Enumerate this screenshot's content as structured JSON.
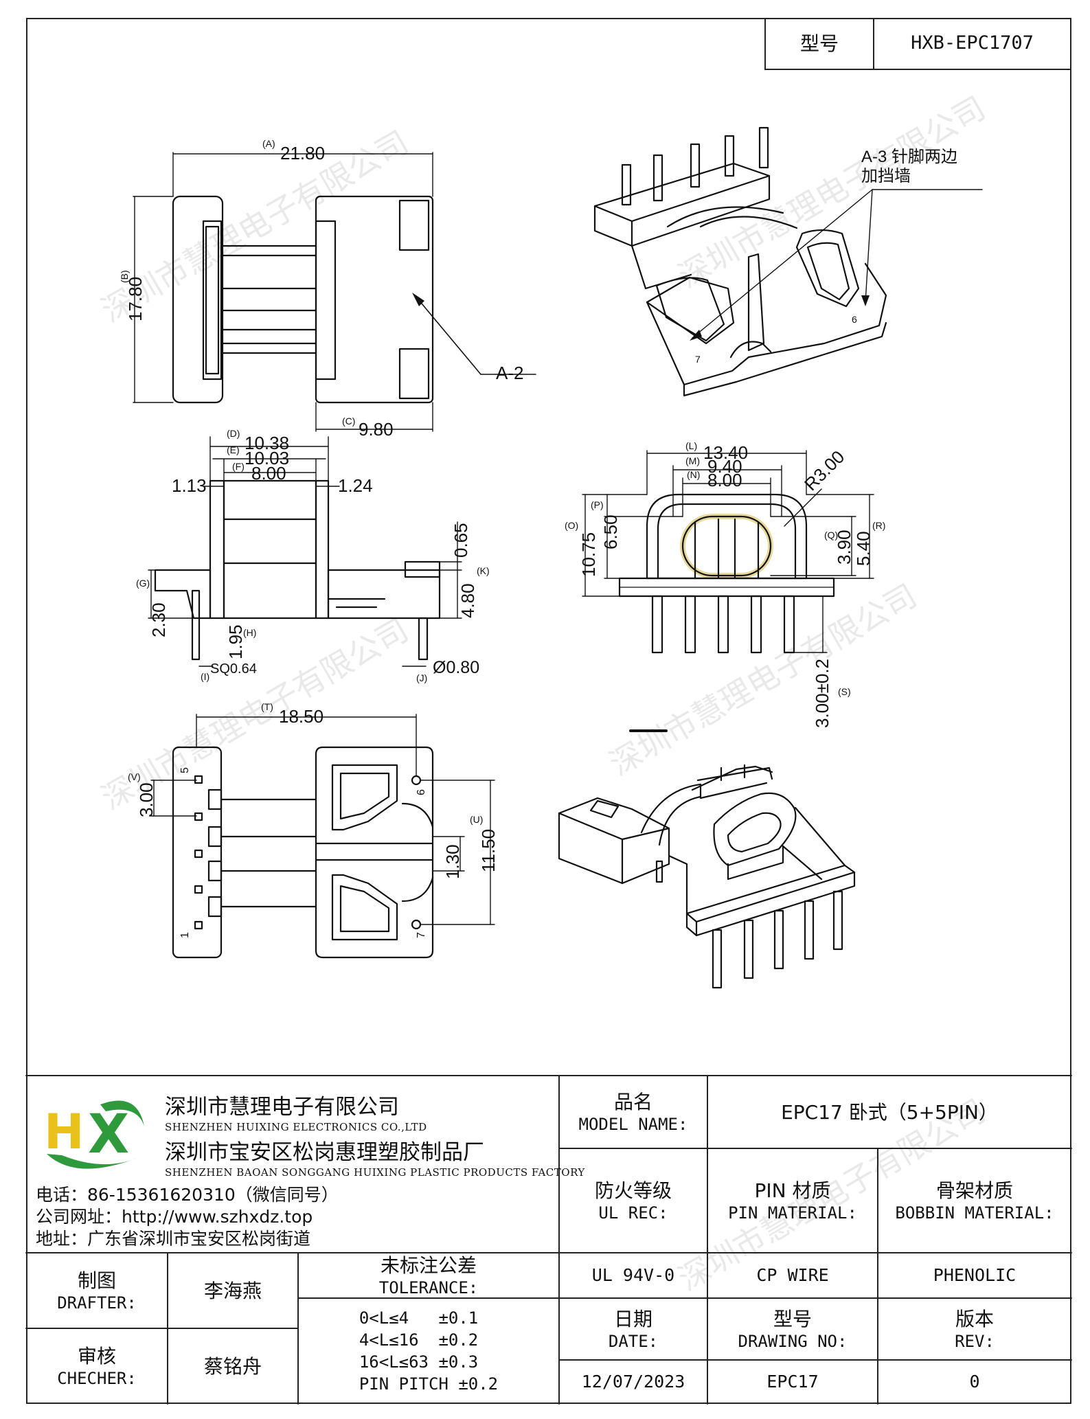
{
  "header": {
    "model_label": "型号",
    "model_value": "HXB-EPC1707"
  },
  "watermark": "深圳市慧理电子有限公司",
  "drawing": {
    "callouts": {
      "a2": "A-2",
      "a3_line1": "A-3  针脚两边",
      "a3_line2": "加挡墙"
    },
    "dims_top": {
      "a": "21.80",
      "a_tag": "(A)",
      "b": "17.80",
      "b_tag": "(B)",
      "c": "9.80",
      "c_tag": "(C)"
    },
    "dims_side": {
      "d": "10.38",
      "d_tag": "(D)",
      "e": "10.03",
      "e_tag": "(E)",
      "f": "8.00",
      "f_tag": "(F)",
      "left": "1.13",
      "right": "1.24",
      "g": "2.30",
      "g_tag": "(G)",
      "h": "1.95",
      "h_tag": "(H)",
      "i": "SQ0.64",
      "i_tag": "(I)",
      "j": "Ø0.80",
      "j_tag": "(J)",
      "k": "4.80",
      "k_tag": "(K)",
      "top065": "0.65"
    },
    "dims_front": {
      "l": "13.40",
      "l_tag": "(L)",
      "m": "9.40",
      "m_tag": "(M)",
      "n": "8.00",
      "n_tag": "(N)",
      "r": "R3.00",
      "o": "10.75",
      "o_tag": "(O)",
      "p": "6.50",
      "p_tag": "(P)",
      "q": "3.90",
      "q_tag": "(Q)",
      "rr": "5.40",
      "rr_tag": "(R)",
      "s": "3.00±0.2",
      "s_tag": "(S)"
    },
    "dims_bottom": {
      "t": "18.50",
      "t_tag": "(T)",
      "v": "3.00",
      "v_tag": "(V)",
      "u": "11.50",
      "u_tag": "(U)",
      "pitch": "1.30",
      "pin5": "5",
      "pin1": "1",
      "pin6": "6",
      "pin7": "7"
    },
    "iso_pins": {
      "p6": "6",
      "p7": "7"
    }
  },
  "company": {
    "name_zh": "深圳市慧理电子有限公司",
    "name_en": "SHENZHEN HUIXING ELECTRONICS CO.,LTD",
    "factory_zh": "深圳市宝安区松岗惠理塑胶制品厂",
    "factory_en": "SHENZHEN BAOAN SONGGANG HUIXING PLASTIC PRODUCTS FACTORY",
    "logo_text": "HX",
    "phone": "电话：86-15361620310（微信同号）",
    "website": "公司网址：http://www.szhxdz.top",
    "address": "地址：广东省深圳市宝安区松岗街道",
    "logo_green": "#2e9a3c",
    "logo_yellow": "#e8c21a"
  },
  "title_block": {
    "model_name_zh": "品名",
    "model_name_en": "MODEL NAME:",
    "model_name_value": "EPC17 卧式（5+5PIN）",
    "ul_zh": "防火等级",
    "ul_en": "UL REC:",
    "ul_value": "UL 94V-0",
    "pin_zh": "PIN 材质",
    "pin_en": "PIN MATERIAL:",
    "pin_value": "CP WIRE",
    "bobbin_zh": "骨架材质",
    "bobbin_en": "BOBBIN MATERIAL:",
    "bobbin_value": "PHENOLIC",
    "drafter_zh": "制图",
    "drafter_en": "DRAFTER:",
    "drafter_value": "李海燕",
    "checker_zh": "审核",
    "checker_en": "CHECHER:",
    "checker_value": "蔡铭舟",
    "tolerance_zh": "未标注公差",
    "tolerance_en": "TOLERANCE:",
    "tolerance_rows": [
      "0<L≤4   ±0.1",
      "4<L≤16  ±0.2",
      "16<L≤63 ±0.3",
      "PIN PITCH ±0.2"
    ],
    "date_zh": "日期",
    "date_en": "DATE:",
    "date_value": "12/07/2023",
    "drawing_no_zh": "型号",
    "drawing_no_en": "DRAWING NO:",
    "drawing_no_value": "EPC17",
    "rev_zh": "版本",
    "rev_en": "REV:",
    "rev_value": "0"
  }
}
